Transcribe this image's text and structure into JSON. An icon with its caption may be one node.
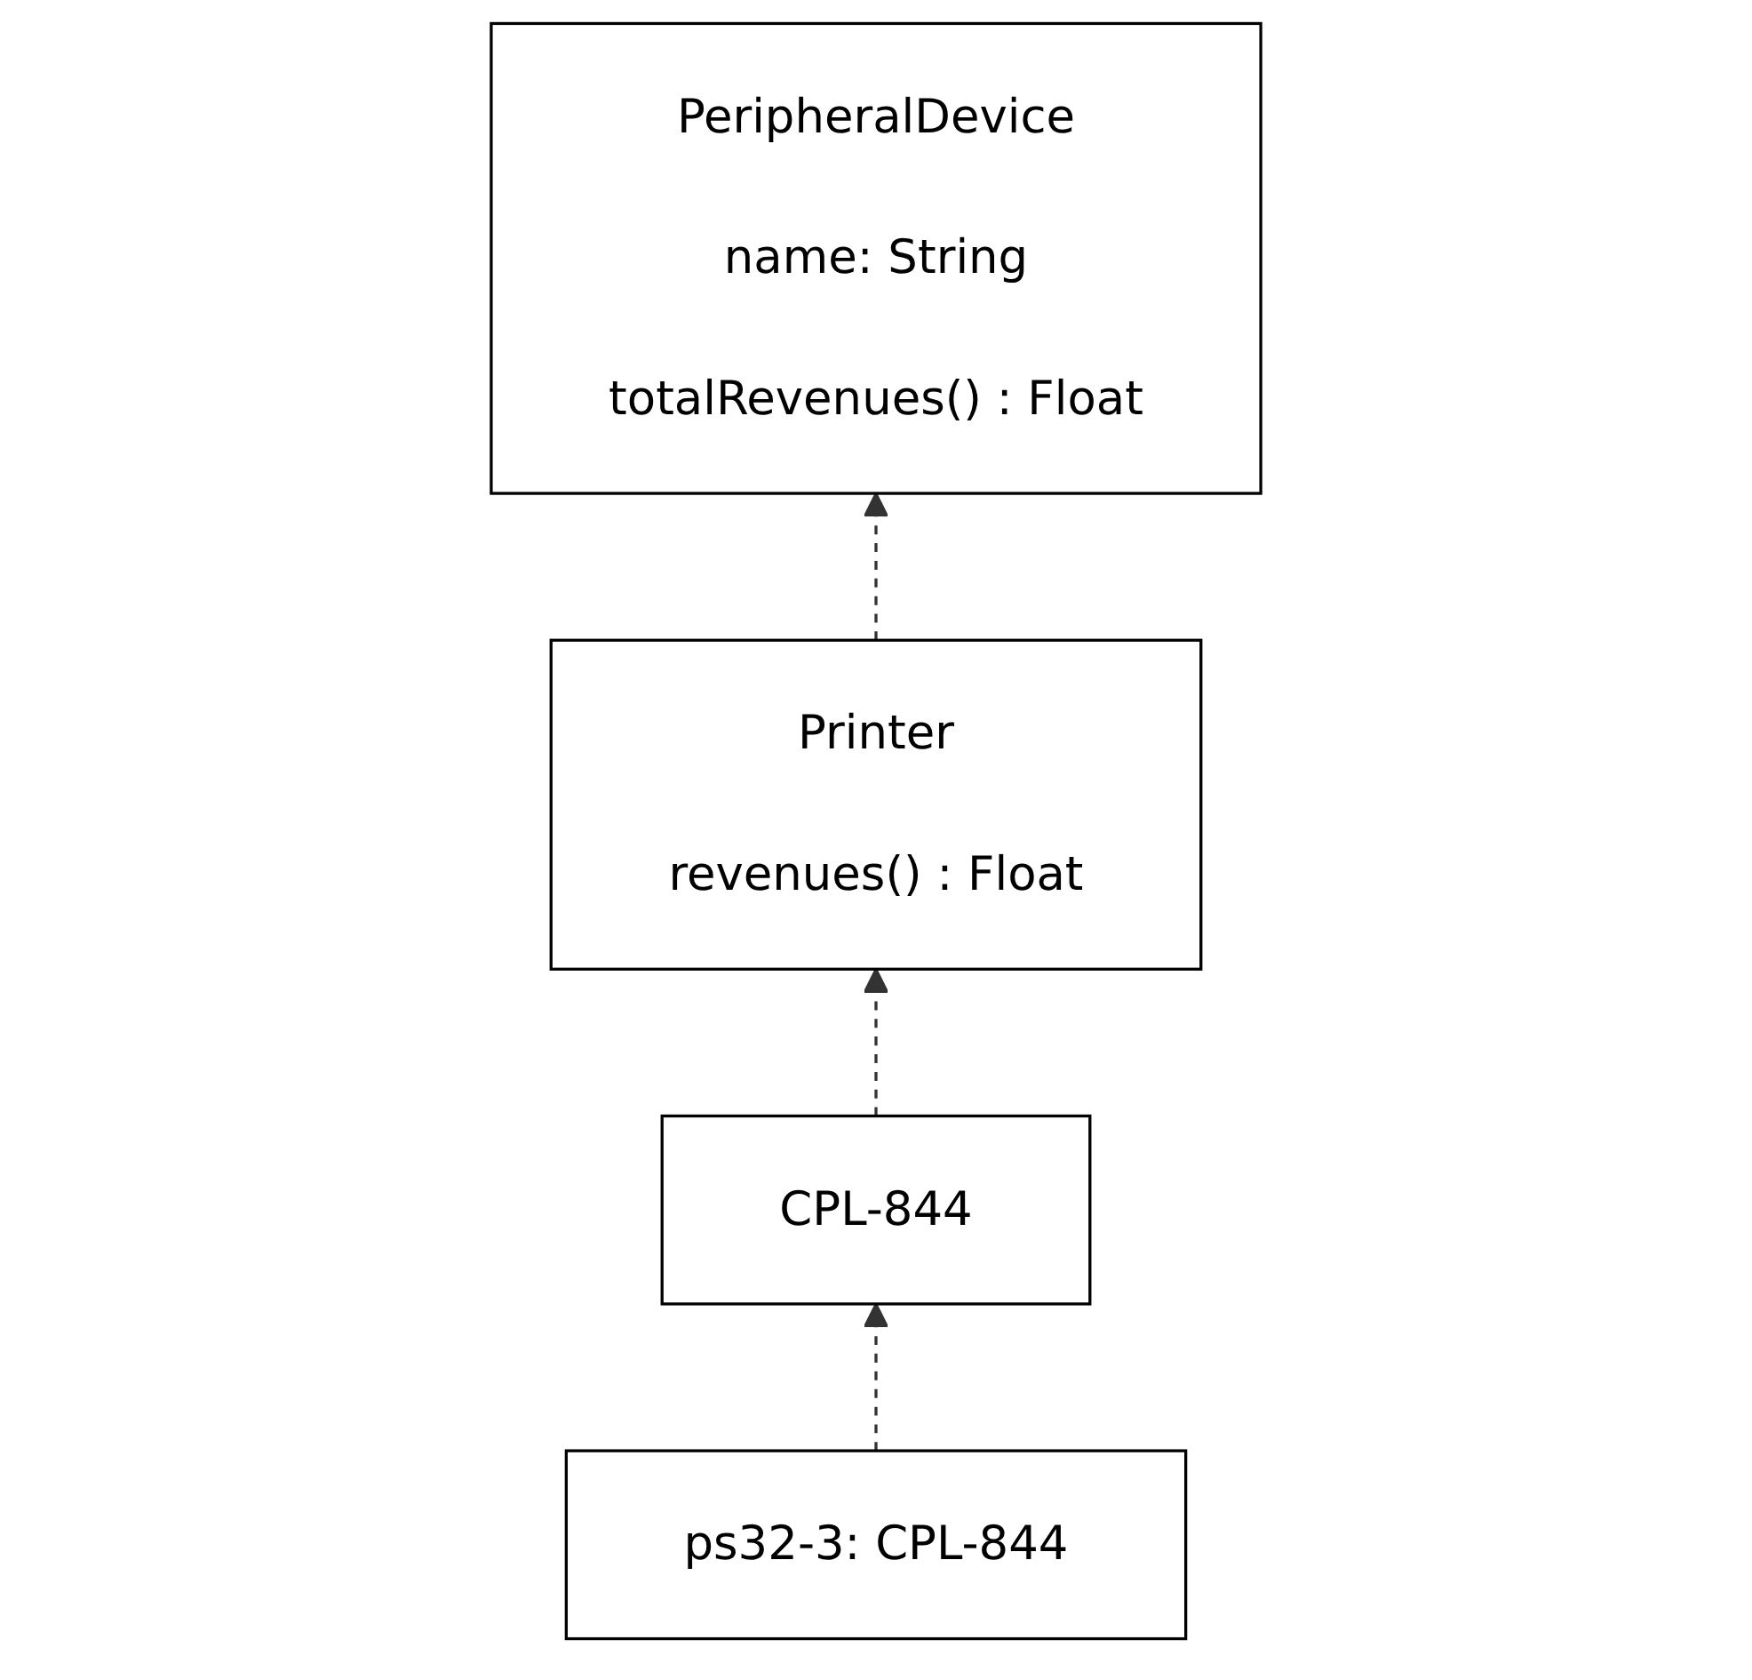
{
  "diagram": {
    "nodes": [
      {
        "text": [
          "PeripheralDevice",
          "name: String",
          "totalRevenues() : Float"
        ]
      },
      {
        "text": [
          "Printer",
          "revenues() : Float"
        ]
      },
      {
        "text": [
          "CPL-844"
        ]
      },
      {
        "text": [
          "ps32-3: CPL-844"
        ]
      }
    ],
    "edges": [
      {
        "from": 1,
        "to": 0,
        "arrow": "to",
        "style": "dashed"
      },
      {
        "from": 2,
        "to": 1,
        "arrow": "to",
        "style": "dashed"
      },
      {
        "from": 3,
        "to": 2,
        "arrow": "to",
        "style": "dashed"
      }
    ]
  }
}
